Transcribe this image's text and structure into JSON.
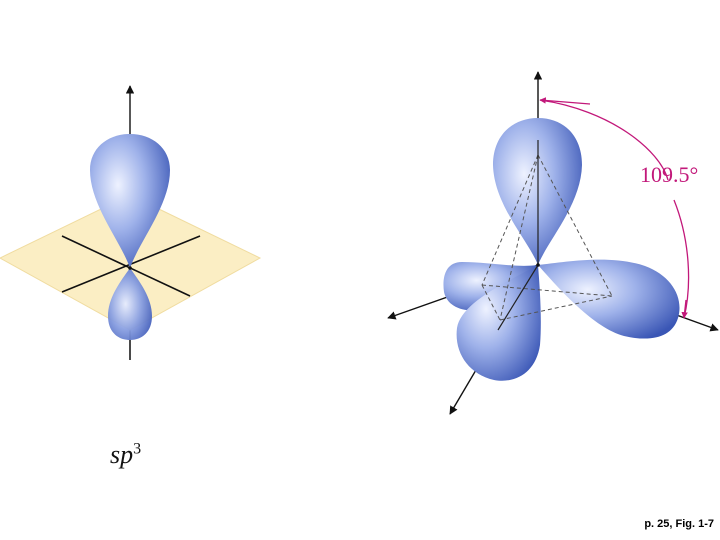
{
  "figure": {
    "hybrid_label": {
      "base": "sp",
      "sup": "3"
    },
    "angle_label": "109.5°",
    "caption": "p. 25, Fig. 1-7"
  },
  "colors": {
    "lobe_light": "#e6ecff",
    "lobe_mid": "#7f98de",
    "lobe_dark": "#3a56b5",
    "plane": "#fbeec4",
    "angle_arc": "#c2187a"
  }
}
